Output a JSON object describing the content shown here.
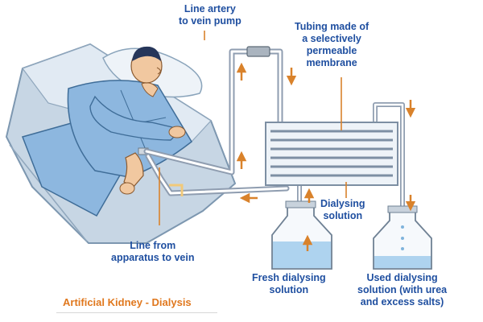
{
  "labels": {
    "artery_to_vein_pump": [
      "Line artery",
      "to vein pump"
    ],
    "tubing_membrane": [
      "Tubing made of",
      "a selectively",
      "permeable",
      "membrane"
    ],
    "dialysing_solution": [
      "Dialysing",
      "solution"
    ],
    "line_to_vein": [
      "Line from",
      "apparatus to vein"
    ],
    "fresh_solution": [
      "Fresh dialysing",
      "solution"
    ],
    "used_solution": [
      "Used dialysing",
      "solution (with urea",
      "and excess salts)"
    ]
  },
  "caption": "Artificial Kidney - Dialysis",
  "colors": {
    "label_text": "#1f4fa0",
    "caption_text": "#e0781e",
    "arrow": "#d9822b",
    "tube": "#9aa7b8",
    "bed": "#c7d6e4",
    "shirt": "#8db7df",
    "skin": "#f1c8a0",
    "liquid": "#aed3ef"
  },
  "icons": [
    "patient-figure",
    "dialyser-coil",
    "fresh-solution-bottle",
    "used-solution-bottle",
    "flow-arrows"
  ]
}
